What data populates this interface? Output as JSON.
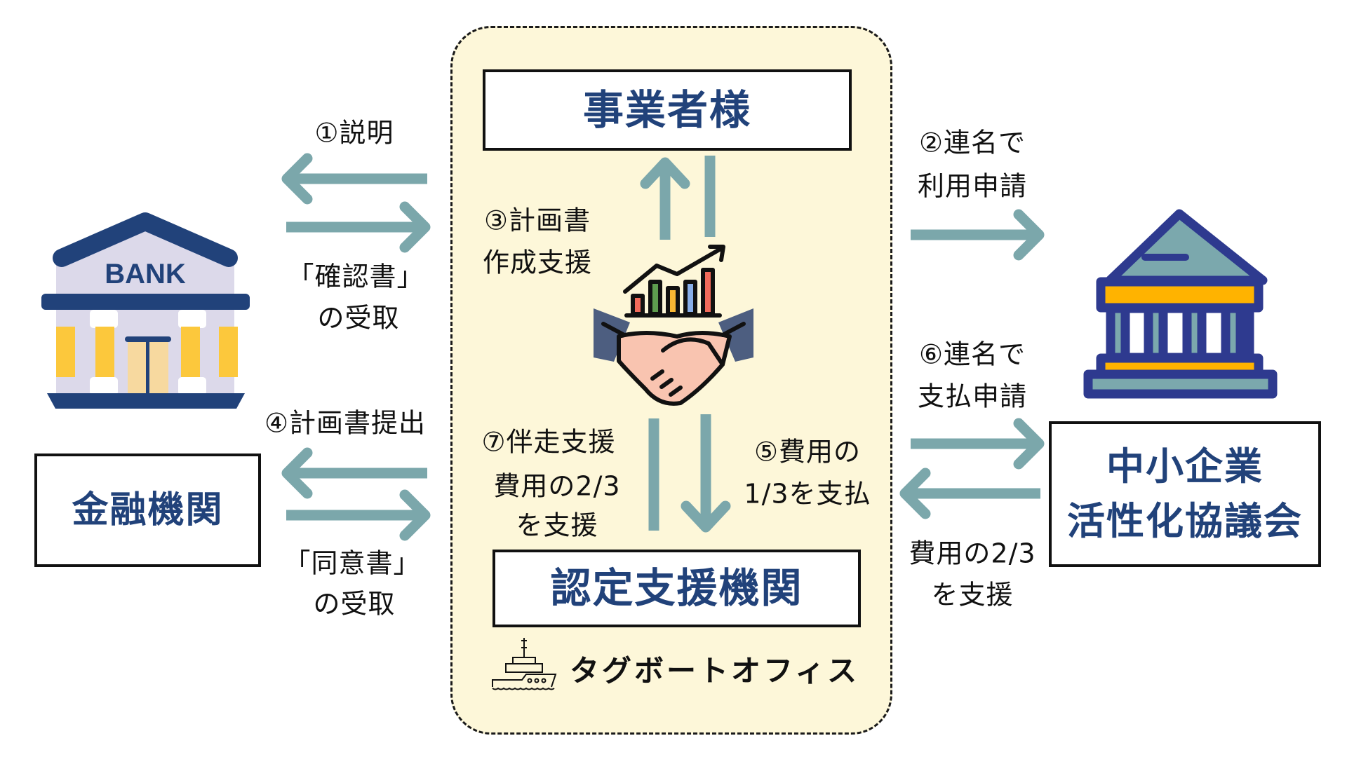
{
  "diagram": {
    "colors": {
      "arrow": "#7ba7ab",
      "title_text": "#21427a",
      "container_bg": "#fdf7d9",
      "bank_navy": "#21427a",
      "bank_wall": "#dcd9ea",
      "bank_yellow": "#fcc83c",
      "bank_door": "#f7d99f",
      "gov_stroke": "#2e3a8f",
      "gov_fill": "#7ba8ad",
      "gov_yellow": "#ffb300"
    },
    "nodes": {
      "business": {
        "label": "事業者様"
      },
      "financial": {
        "label": "金融機関"
      },
      "sme_council": {
        "line1": "中小企業",
        "line2": "活性化協議会"
      },
      "certified": {
        "label": "認定支援機関"
      }
    },
    "icons": {
      "bank": {
        "name": "bank-icon",
        "sign": "BANK"
      },
      "government": {
        "name": "government-building-icon"
      },
      "handshake": {
        "name": "handshake-growth-icon"
      },
      "ship": {
        "name": "tugboat-icon"
      }
    },
    "logo": {
      "text": "タグボートオフィス"
    },
    "steps": {
      "s1": {
        "line1": "①説明"
      },
      "s1_return": {
        "line1": "「確認書」",
        "line2": "の受取"
      },
      "s2": {
        "line1": "②連名で",
        "line2": "利用申請"
      },
      "s3": {
        "line1": "③計画書",
        "line2": "作成支援"
      },
      "s4": {
        "line1": "④計画書提出"
      },
      "s4_return": {
        "line1": "「同意書」",
        "line2": "の受取"
      },
      "s5": {
        "line1": "⑤費用の",
        "line2": "1/3を支払"
      },
      "s6": {
        "line1": "⑥連名で",
        "line2": "支払申請"
      },
      "s7": {
        "line1": "⑦伴走支援",
        "line2": "費用の2/3",
        "line3": "を支援"
      },
      "council_support": {
        "line1": "費用の2/3",
        "line2": "を支援"
      }
    }
  }
}
